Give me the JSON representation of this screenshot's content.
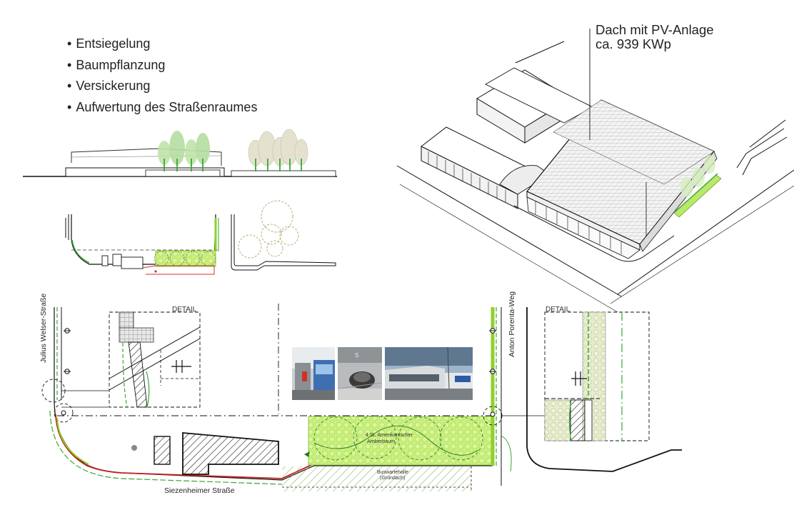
{
  "measures": [
    "Entsiegelung",
    "Baumpflanzung",
    "Versickerung",
    "Aufwertung des Straßenraumes"
  ],
  "roof": {
    "line1": "Dach mit PV-Anlage",
    "line2": "ca. 939 KWp"
  },
  "detail_left": "DETAIL",
  "detail_right": "DETAIL",
  "streets": {
    "west": "Julius Welser-Straße",
    "east": "Anton Porenta-Weg",
    "south": "Siezenheimer Straße"
  },
  "trees_label": {
    "line1": "4 St. Amerikanischer",
    "line2": "Amberbaum"
  },
  "bus_label": {
    "line1": "Buswartehalle",
    "line2": "(Gründach)"
  },
  "colors": {
    "green": "#8fd12a",
    "green_light": "#d8f39a",
    "red": "#c0201c",
    "ink": "#1a1a1a"
  }
}
